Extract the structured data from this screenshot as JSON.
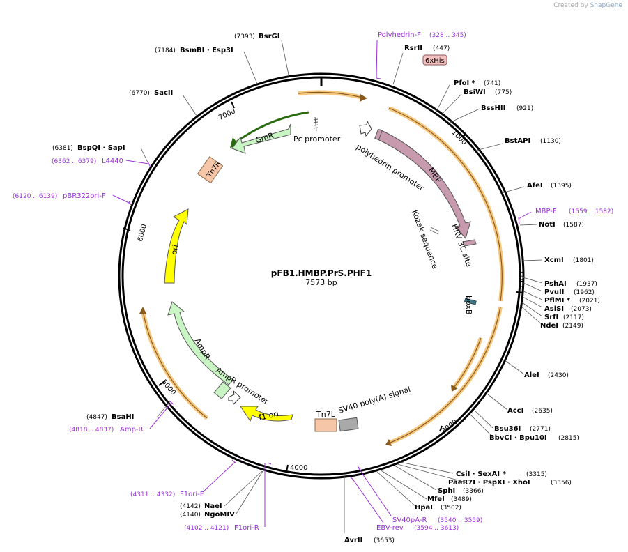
{
  "brand": {
    "prefix": "Created by",
    "name": "SnapGene"
  },
  "plasmid": {
    "name": "pFB1.HMBP.PrS.PHF1",
    "size": "7573 bp"
  },
  "colors": {
    "primer": "#9b30d9",
    "feature_orange": "#f5c77e",
    "feature_yellow": "#ffff00",
    "feature_green": "#c9f5c4",
    "feature_mauve": "#c89aae",
    "tag_pink": "#f5c2c2",
    "gray": "#a9a9a9"
  },
  "ticks": [
    "1000",
    "2000",
    "3000",
    "4000",
    "5000",
    "6000",
    "7000"
  ],
  "enzymes": [
    {
      "id": "bsrgi",
      "pos": "(7393)",
      "name": "BsrGI"
    },
    {
      "id": "bsmbi",
      "pos": "(7184)",
      "name": "BsmBI  · Esp3I"
    },
    {
      "id": "sacii",
      "pos": "(6770)",
      "name": "SacII"
    },
    {
      "id": "bspqi",
      "pos": "(6381)",
      "name": "BspQI  · SapI"
    },
    {
      "id": "rsrii",
      "pos": "(447)",
      "name": "RsrII"
    },
    {
      "id": "pfoi",
      "pos": "(741)",
      "name": "PfoI *"
    },
    {
      "id": "bsiwi",
      "pos": "(775)",
      "name": "BsiWI"
    },
    {
      "id": "bsshii",
      "pos": "(921)",
      "name": "BssHII"
    },
    {
      "id": "bstapi",
      "pos": "(1130)",
      "name": "BstAPI"
    },
    {
      "id": "afei",
      "pos": "(1395)",
      "name": "AfeI"
    },
    {
      "id": "noti",
      "pos": "(1587)",
      "name": "NotI"
    },
    {
      "id": "xcmi",
      "pos": "(1801)",
      "name": "XcmI"
    },
    {
      "id": "pshai",
      "pos": "(1937)",
      "name": "PshAI"
    },
    {
      "id": "pvuii",
      "pos": "(1962)",
      "name": "PvuII"
    },
    {
      "id": "pflmi",
      "pos": "(2021)",
      "name": "PflMI *"
    },
    {
      "id": "asisi",
      "pos": "(2073)",
      "name": "AsiSI"
    },
    {
      "id": "srfi",
      "pos": "(2117)",
      "name": "SrfI"
    },
    {
      "id": "ndei",
      "pos": "(2149)",
      "name": "NdeI"
    },
    {
      "id": "alei",
      "pos": "(2430)",
      "name": "AleI"
    },
    {
      "id": "acci",
      "pos": "(2635)",
      "name": "AccI"
    },
    {
      "id": "bsu36i",
      "pos": "(2771)",
      "name": "Bsu36I"
    },
    {
      "id": "bbvci",
      "pos": "(2815)",
      "name": "BbvCI  · Bpu10I"
    },
    {
      "id": "csii",
      "pos": "(3315)",
      "name": "CsiI  · SexAI *"
    },
    {
      "id": "paer7i",
      "pos": "(3356)",
      "name": "PaeR7I  · PspXI  · XhoI"
    },
    {
      "id": "sphi",
      "pos": "(3366)",
      "name": "SphI"
    },
    {
      "id": "mfei",
      "pos": "(3489)",
      "name": "MfeI"
    },
    {
      "id": "hpai",
      "pos": "(3502)",
      "name": "HpaI"
    },
    {
      "id": "avrii",
      "pos": "(3653)",
      "name": "AvrII"
    },
    {
      "id": "ngomiv",
      "pos": "(4140)",
      "name": "NgoMIV"
    },
    {
      "id": "naei",
      "pos": "(4142)",
      "name": "NaeI"
    },
    {
      "id": "bsahi",
      "pos": "(4847)",
      "name": "BsaHI"
    }
  ],
  "primers": [
    {
      "id": "polyhedrin-f",
      "name": "Polyhedrin-F",
      "range": "(328 .. 345)"
    },
    {
      "id": "mbp-f",
      "name": "MBP-F",
      "range": "(1559 .. 1582)"
    },
    {
      "id": "sv40pa-r",
      "name": "SV40pA-R",
      "range": "(3540 .. 3559)"
    },
    {
      "id": "ebv-rev",
      "name": "EBV-rev",
      "range": "(3594 .. 3613)"
    },
    {
      "id": "f1ori-f",
      "name": "F1ori-F",
      "range": "(4311 .. 4332)"
    },
    {
      "id": "f1ori-r",
      "name": "F1ori-R",
      "range": "(4102 .. 4121)"
    },
    {
      "id": "amp-r",
      "name": "Amp-R",
      "range": "(4818 .. 4837)"
    },
    {
      "id": "pbr322ori-f",
      "name": "pBR322ori-F",
      "range": "(6120 .. 6139)"
    },
    {
      "id": "l4440",
      "name": "L4440",
      "range": "(6362 .. 6379)"
    }
  ],
  "features": {
    "six_his": "6xHis",
    "pc_promoter": "Pc promoter",
    "gmr": "GmR",
    "tn7r": "Tn7R",
    "polyhedrin_promoter": "polyhedrin promoter",
    "mbp": "MBP",
    "kozak": "Kozak sequence",
    "hrv": "HRV 3C site",
    "boxb": "boxB",
    "ori": "ori",
    "ampr": "AmpR",
    "ampr_promoter": "AmpR promoter",
    "f1_ori": "f1 ori",
    "tn7l": "Tn7L",
    "sv40": "SV40 poly(A) signal"
  }
}
